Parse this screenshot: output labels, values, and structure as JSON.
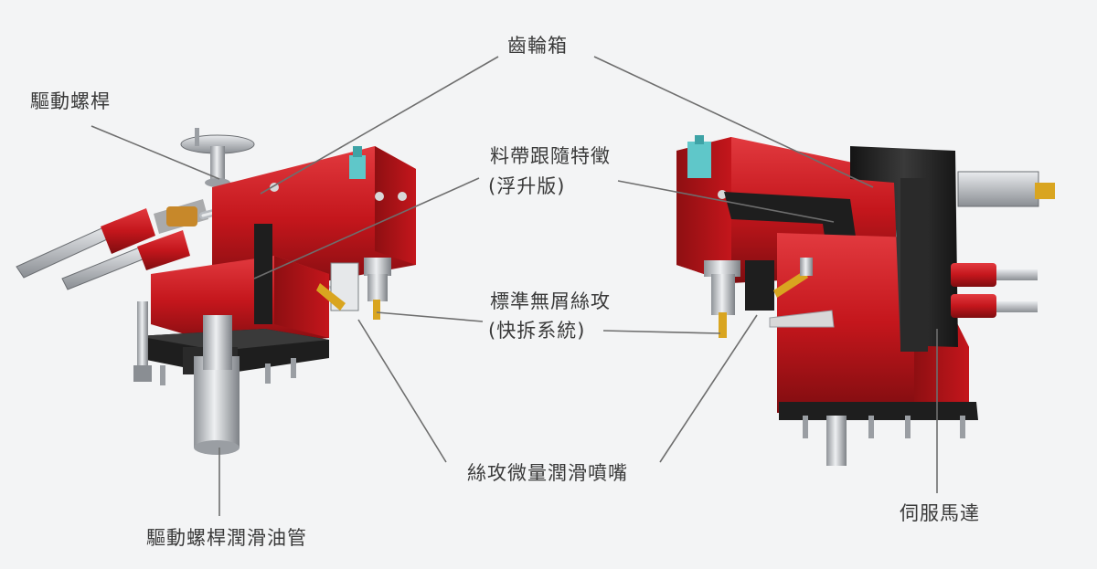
{
  "labels": {
    "gearbox": "齒輪箱",
    "drive_screw": "驅動螺桿",
    "tape_follow": "料帶跟隨特徵",
    "tape_follow_sub": "(浮升版)",
    "std_tap": "標準無屑絲攻",
    "std_tap_sub": "(快拆系統)",
    "lube_nozzle": "絲攻微量潤滑噴嘴",
    "screw_oil_pipe": "驅動螺桿潤滑油管",
    "servo_motor": "伺服馬達"
  },
  "colors": {
    "body_red": "#c4161c",
    "dark_red": "#8e0f12",
    "black_plate": "#1e1e1e",
    "steel": "#b9bcc0",
    "brass": "#d9a520",
    "cyan_fitting": "#5fc7c9",
    "leader_line": "#6e6e6e",
    "text": "#3a3a3a"
  }
}
